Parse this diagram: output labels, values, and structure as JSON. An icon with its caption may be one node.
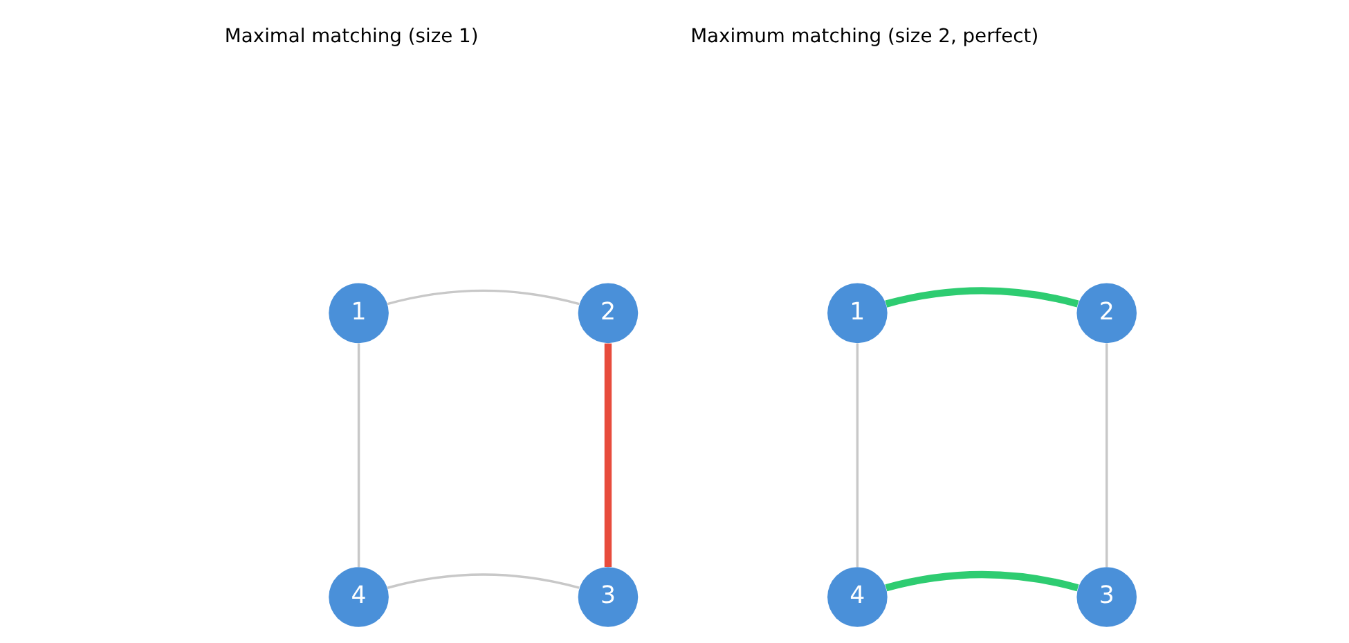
{
  "diagram": {
    "nodes": [
      {
        "text": [
          "1"
        ]
      },
      {
        "text": [
          "2"
        ]
      },
      {
        "text": [
          "3"
        ]
      },
      {
        "text": [
          "4"
        ]
      },
      {
        "text": [
          "1"
        ]
      },
      {
        "text": [
          "2"
        ]
      },
      {
        "text": [
          "3"
        ]
      },
      {
        "text": [
          "4"
        ]
      }
    ],
    "edges": [
      {
        "from": 0,
        "to": 1,
        "arrow": "none"
      },
      {
        "from": 1,
        "to": 2,
        "arrow": "none",
        "style": "thick",
        "color": "#e74c3c"
      },
      {
        "from": 2,
        "to": 3,
        "arrow": "none"
      },
      {
        "from": 3,
        "to": 0,
        "arrow": "none"
      },
      {
        "from": 4,
        "to": 5,
        "arrow": "none",
        "style": "thick",
        "color": "#2ecc71"
      },
      {
        "from": 5,
        "to": 6,
        "arrow": "none"
      },
      {
        "from": 6,
        "to": 7,
        "arrow": "none",
        "style": "thick",
        "color": "#2ecc71"
      },
      {
        "from": 7,
        "to": 4,
        "arrow": "none"
      }
    ],
    "labels": [
      "Maximal matching (size 1)",
      "Maximum matching (size 2, perfect)"
    ]
  }
}
